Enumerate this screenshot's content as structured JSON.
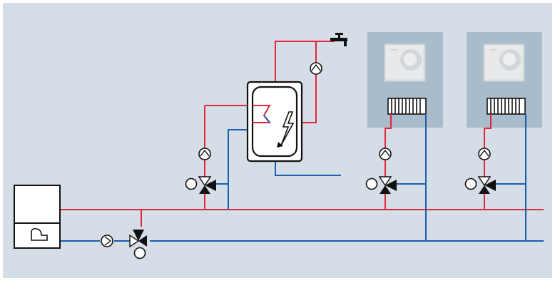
{
  "diagram": {
    "type": "heating-system-schematic",
    "components": [
      {
        "name": "boiler",
        "icon": "boiler-icon"
      },
      {
        "name": "hot-water-storage-tank",
        "icon": "water-tank-icon",
        "features": [
          "electric-heating-element",
          "heat-exchanger-coil"
        ]
      },
      {
        "name": "hot-water-tap",
        "icon": "tap-icon"
      },
      {
        "name": "circulation-pump",
        "icon": "pump-icon"
      },
      {
        "name": "room-unit-1",
        "icon": "room-thermostat-icon"
      },
      {
        "name": "room-unit-2",
        "icon": "room-thermostat-icon"
      },
      {
        "name": "radiator-1",
        "icon": "radiator-icon"
      },
      {
        "name": "radiator-2",
        "icon": "radiator-icon"
      },
      {
        "name": "three-way-mixing-valve",
        "icon": "mixing-valve-icon"
      }
    ],
    "colors": {
      "background": "#d5dde6",
      "supply_pipe": "#e3263a",
      "return_pipe": "#1c5fae",
      "room_panel": "#a8bccb",
      "component_outline": "#111111",
      "component_fill": "#ffffff"
    }
  }
}
